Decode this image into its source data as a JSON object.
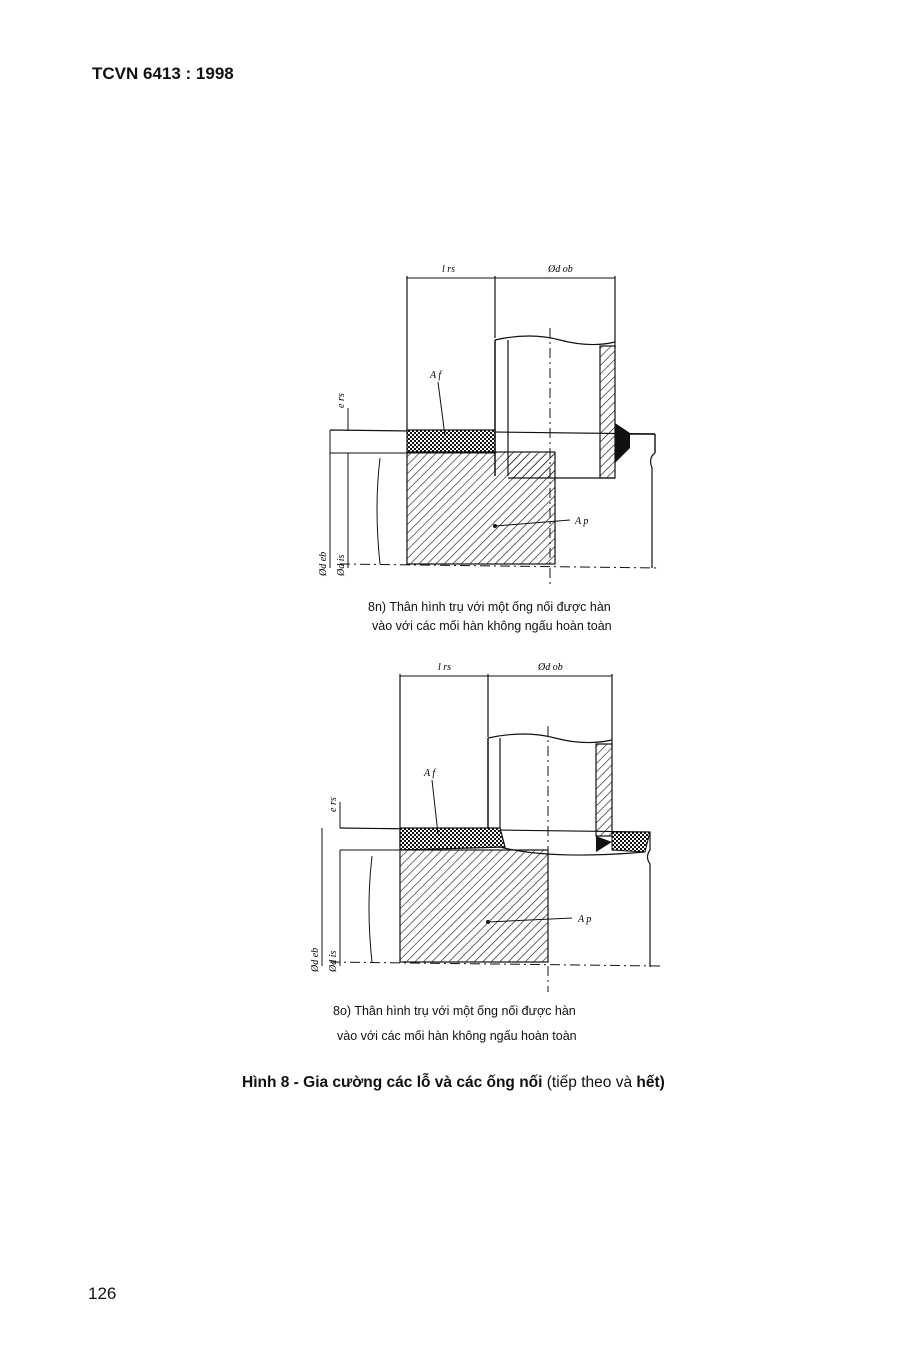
{
  "header": "TCVN 6413 : 1998",
  "figure_n": {
    "labels": {
      "lrs": "l rs",
      "dob": "Ød ob",
      "a1": "A f",
      "ers": "e rs",
      "ap": "A p",
      "deb": "Ød eb",
      "dis": "Ød is"
    },
    "caption_line1": "8n)  Thân hình trụ với một ống nối được hàn",
    "caption_line2": "vào với các mối hàn không ngấu hoàn toàn"
  },
  "figure_o": {
    "labels": {
      "lrs": "l rs",
      "dob": "Ød ob",
      "a1": "A f",
      "ers": "e rs",
      "ap": "A p",
      "deb": "Ød eb",
      "dis": "Ød is"
    },
    "caption_line1": "8o)  Thân hình trụ với một ống nối được hàn",
    "caption_line2": "vào với các mối hàn không ngấu hoàn toàn"
  },
  "figure_title_bold": "Hình 8 - Gia cường các lỗ và các ống nối",
  "figure_title_normal": " (tiếp theo và ",
  "figure_title_end": "hết)",
  "page_number": "126"
}
